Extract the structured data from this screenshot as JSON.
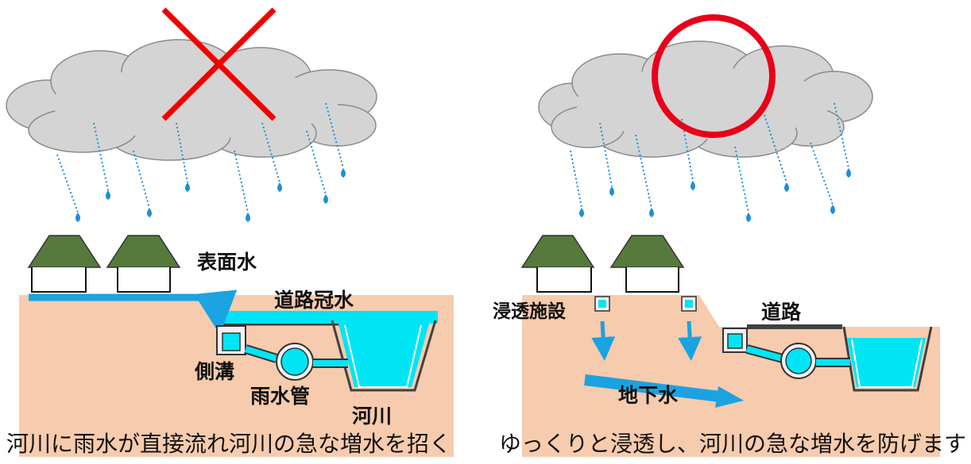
{
  "left_panel": {
    "verdict": "cross",
    "labels": {
      "surface_water": "表面水",
      "road_flooding": "道路冠水",
      "side_ditch": "側溝",
      "storm_pipe": "雨水管",
      "river": "河川"
    },
    "caption": "河川に雨水が直接流れ河川の急な増水を招く"
  },
  "right_panel": {
    "verdict": "circle",
    "labels": {
      "infiltration_facility": "浸透施設",
      "road": "道路",
      "groundwater": "地下水"
    },
    "caption": "ゆっくりと浸透し、河川の急な増水を防げます"
  },
  "colors": {
    "cloud": "#d4d4d4",
    "rain": "#1e8fd8",
    "ground": "#f7cbad",
    "water": "#00e5f5",
    "flow_arrow": "#1aa3e0",
    "roof": "#557a3c",
    "cross": "#f20000",
    "circle": "#e8001a"
  }
}
